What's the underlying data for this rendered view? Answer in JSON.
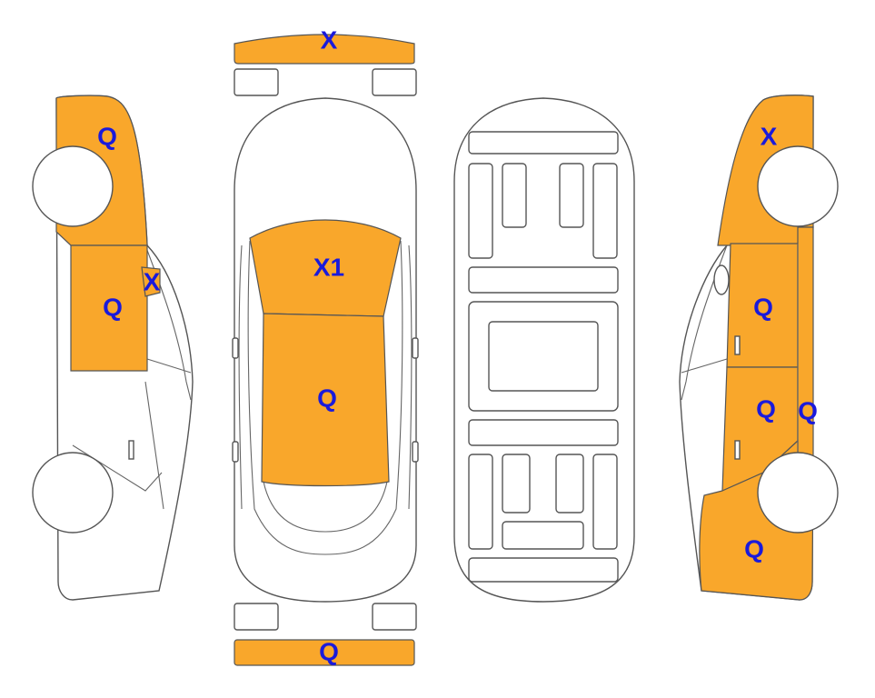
{
  "colors": {
    "damage_fill": "#F9A72B",
    "marker_text": "#1a1adb",
    "outline": "#555555"
  },
  "markers": {
    "front_bumper": "X",
    "rear_bumper": "Q",
    "roof_front": "X1",
    "roof_main": "Q",
    "left_front_fender": "Q",
    "left_mirror": "X",
    "left_front_door": "Q",
    "right_front_fender": "X",
    "right_front_door": "Q",
    "right_rear_door": "Q",
    "right_rear_door_edge": "Q",
    "right_rear_quarter": "Q"
  }
}
